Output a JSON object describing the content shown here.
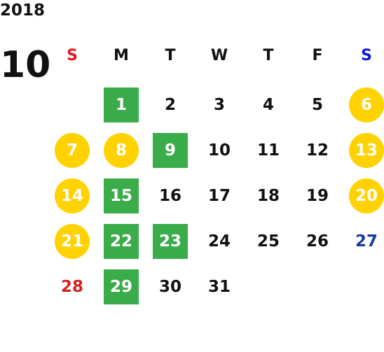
{
  "header": {
    "year": "2018",
    "month": "10"
  },
  "weekdays": [
    "S",
    "M",
    "T",
    "W",
    "T",
    "F",
    "S"
  ],
  "days": [
    {
      "label": "1",
      "style": "green-square"
    },
    {
      "label": "2",
      "style": "plain"
    },
    {
      "label": "3",
      "style": "plain"
    },
    {
      "label": "4",
      "style": "plain"
    },
    {
      "label": "5",
      "style": "plain"
    },
    {
      "label": "6",
      "style": "yellow-circle"
    },
    {
      "label": "7",
      "style": "yellow-circle"
    },
    {
      "label": "8",
      "style": "yellow-circle"
    },
    {
      "label": "9",
      "style": "green-square"
    },
    {
      "label": "10",
      "style": "plain"
    },
    {
      "label": "11",
      "style": "plain"
    },
    {
      "label": "12",
      "style": "plain"
    },
    {
      "label": "13",
      "style": "yellow-circle"
    },
    {
      "label": "14",
      "style": "yellow-circle"
    },
    {
      "label": "15",
      "style": "green-square"
    },
    {
      "label": "16",
      "style": "plain"
    },
    {
      "label": "17",
      "style": "plain"
    },
    {
      "label": "18",
      "style": "plain"
    },
    {
      "label": "19",
      "style": "plain"
    },
    {
      "label": "20",
      "style": "yellow-circle"
    },
    {
      "label": "21",
      "style": "yellow-circle"
    },
    {
      "label": "22",
      "style": "green-square"
    },
    {
      "label": "23",
      "style": "green-square"
    },
    {
      "label": "24",
      "style": "plain"
    },
    {
      "label": "25",
      "style": "plain"
    },
    {
      "label": "26",
      "style": "plain"
    },
    {
      "label": "27",
      "style": "blue-text"
    },
    {
      "label": "28",
      "style": "red-text"
    },
    {
      "label": "29",
      "style": "green-square"
    },
    {
      "label": "30",
      "style": "plain"
    },
    {
      "label": "31",
      "style": "plain"
    }
  ],
  "colors": {
    "green": "#3aac4a",
    "yellow": "#ffd200",
    "sunday_header": "#e8141e",
    "saturday_header": "#0c18d8",
    "sunday_text": "#d22020",
    "saturday_text": "#1a3aa0"
  }
}
